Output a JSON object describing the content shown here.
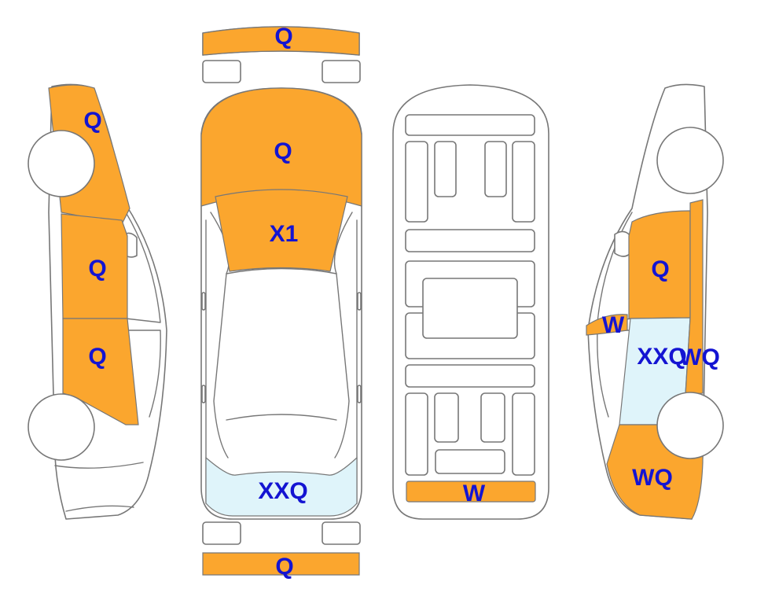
{
  "colors": {
    "damaged": "#FBA62E",
    "repainted": "#DFF4FA",
    "text": "#1414D2",
    "outline": "#777777"
  },
  "labels": {
    "front_bumper": "Q",
    "hood": "Q",
    "windshield": "X1",
    "rear_window": "XXQ",
    "rear_bumper": "Q",
    "trunk_sill": "W",
    "left_fender": "Q",
    "left_front_door": "Q",
    "left_rear_door": "Q",
    "right_front_door": "Q",
    "right_mirror": "W",
    "right_rear_door": "XXQ",
    "right_rear_pillar": "WQ",
    "right_quarter_panel": "WQ"
  }
}
